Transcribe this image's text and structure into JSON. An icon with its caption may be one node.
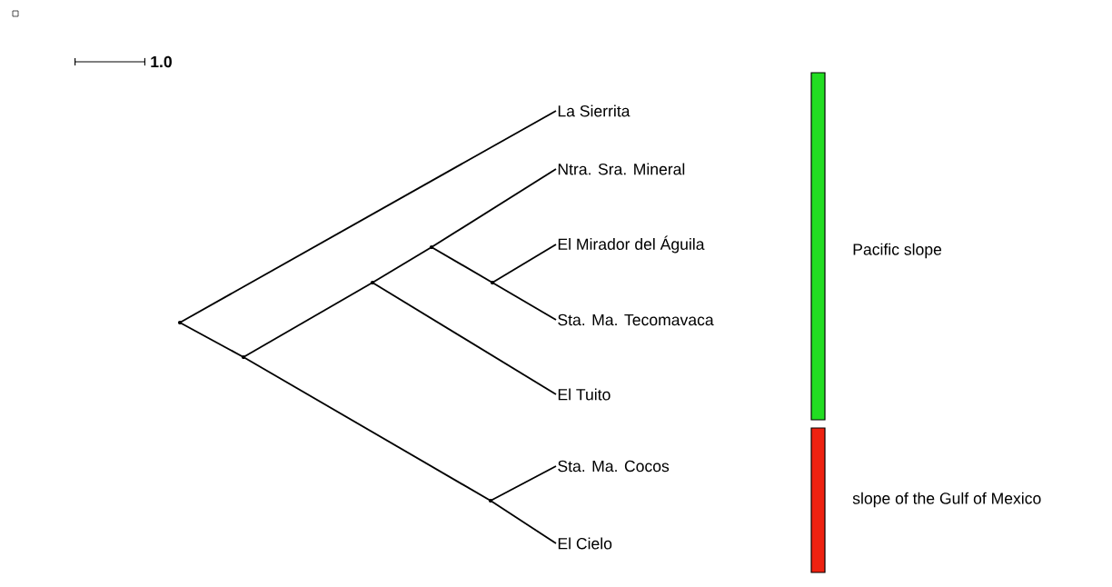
{
  "diagram": {
    "nodes": [
      {
        "text": [
          "La Sierrita"
        ]
      },
      {
        "text": [
          "Ntra. Sra. Mineral"
        ]
      },
      {
        "text": [
          "El Mirador del Águila"
        ]
      },
      {
        "text": [
          "Sta. Ma. Tecomavaca"
        ]
      },
      {
        "text": [
          "El Tuito"
        ]
      },
      {
        "text": [
          "Sta. Ma. Cocos"
        ]
      },
      {
        "text": [
          "El Cielo"
        ]
      },
      {
        "text": [],
        "shape": "point"
      },
      {
        "text": [],
        "shape": "point"
      },
      {
        "text": [],
        "shape": "point"
      },
      {
        "text": [],
        "shape": "point"
      },
      {
        "text": [],
        "shape": "point"
      },
      {
        "text": [],
        "shape": "point"
      }
    ],
    "edges": [
      {
        "from": 7,
        "to": 0,
        "arrow": "none"
      },
      {
        "from": 7,
        "to": 8,
        "arrow": "none"
      },
      {
        "from": 8,
        "to": 9,
        "arrow": "none"
      },
      {
        "from": 9,
        "to": 10,
        "arrow": "none"
      },
      {
        "from": 10,
        "to": 1,
        "arrow": "none"
      },
      {
        "from": 10,
        "to": 11,
        "arrow": "none"
      },
      {
        "from": 11,
        "to": 2,
        "arrow": "none"
      },
      {
        "from": 11,
        "to": 3,
        "arrow": "none"
      },
      {
        "from": 9,
        "to": 4,
        "arrow": "none"
      },
      {
        "from": 8,
        "to": 12,
        "arrow": "none"
      },
      {
        "from": 12,
        "to": 5,
        "arrow": "none"
      },
      {
        "from": 12,
        "to": 6,
        "arrow": "none"
      }
    ],
    "labels": [
      "1.0"
    ],
    "legend": [
      {
        "text": "Pacific slope",
        "color": "#22dd22"
      },
      {
        "text": "slope of the Gulf of Mexico",
        "color": "#ee2211"
      }
    ]
  }
}
